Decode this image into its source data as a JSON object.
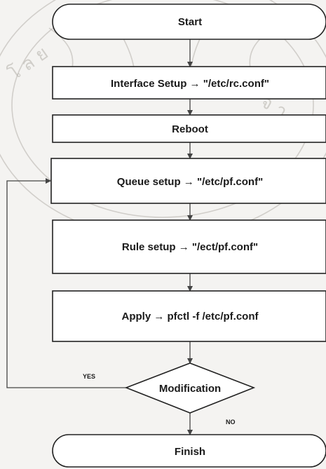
{
  "flowchart": {
    "start": "Start",
    "interface_setup": "Interface Setup → \"/etc/rc.conf\"",
    "reboot": "Reboot",
    "queue_setup": "Queue setup → \"/etc/pf.conf\"",
    "rule_setup": "Rule setup → \"/ect/pf.conf\"",
    "apply": "Apply → pfctl -f /etc/pf.conf",
    "decision": "Modification",
    "yes_label": "YES",
    "no_label": "NO",
    "finish": "Finish"
  },
  "colors": {
    "background": "#f4f3f1",
    "box_fill": "#ffffff",
    "stroke": "#222222",
    "watermark": "#b9b6b0"
  }
}
